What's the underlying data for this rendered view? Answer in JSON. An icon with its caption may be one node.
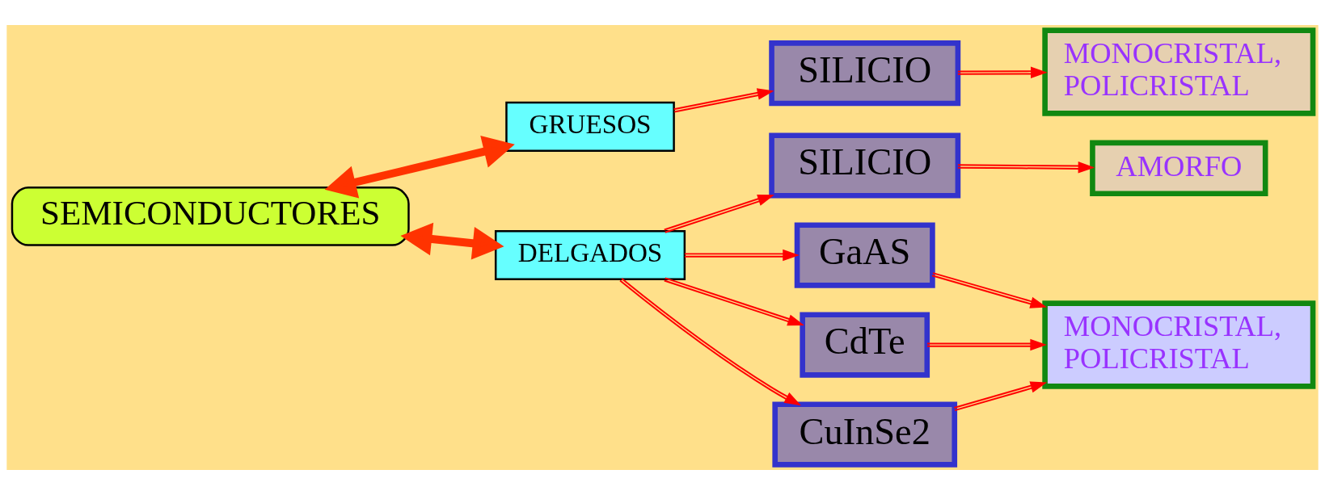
{
  "diagram": {
    "nodes": [
      {
        "text": [
          "SEMICONDUCTORES"
        ]
      },
      {
        "text": [
          "GRUESOS"
        ]
      },
      {
        "text": [
          "DELGADOS"
        ]
      },
      {
        "text": [
          "SILICIO"
        ]
      },
      {
        "text": [
          "MONOCRISTAL, POLICRISTAL"
        ]
      },
      {
        "text": [
          "SILICIO"
        ]
      },
      {
        "text": [
          "AMORFO"
        ]
      },
      {
        "text": [
          "GaAS"
        ]
      },
      {
        "text": [
          "CdTe"
        ]
      },
      {
        "text": [
          "CuInSe2"
        ]
      },
      {
        "text": [
          "MONOCRISTAL, POLICRISTAL"
        ]
      }
    ],
    "edges": [
      {
        "from": 0,
        "to": 1,
        "arrow": "both",
        "style": "thick",
        "color": "#ff3300"
      },
      {
        "from": 0,
        "to": 2,
        "arrow": "both",
        "style": "thick",
        "color": "#ff3300"
      },
      {
        "from": 1,
        "to": 3,
        "arrow": "to"
      },
      {
        "from": 3,
        "to": 4,
        "arrow": "to"
      },
      {
        "from": 2,
        "to": 5,
        "arrow": "to"
      },
      {
        "from": 2,
        "to": 7,
        "arrow": "to"
      },
      {
        "from": 2,
        "to": 8,
        "arrow": "to"
      },
      {
        "from": 2,
        "to": 9,
        "arrow": "to"
      },
      {
        "from": 5,
        "to": 6,
        "arrow": "to"
      },
      {
        "from": 7,
        "to": 10,
        "arrow": "to"
      },
      {
        "from": 8,
        "to": 10,
        "arrow": "to"
      },
      {
        "from": 9,
        "to": 10,
        "arrow": "to"
      }
    ]
  }
}
